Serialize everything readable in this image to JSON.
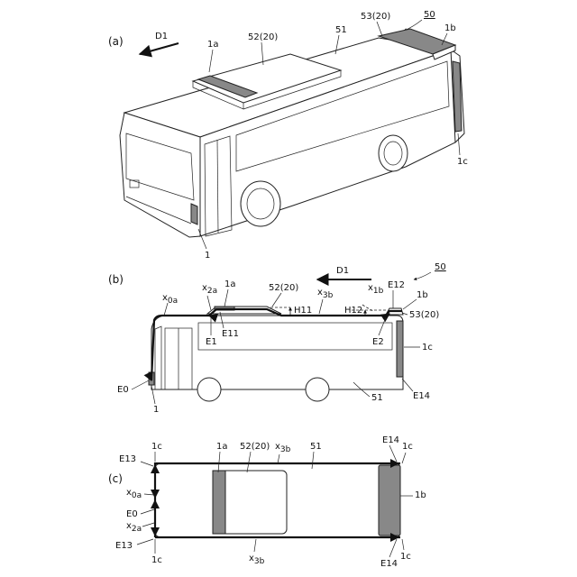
{
  "figure_number": "50",
  "panels": {
    "a": {
      "label": "(a)",
      "direction": "D1",
      "callouts": {
        "ref_1a": "1a",
        "ref_52": "52(20)",
        "ref_51": "51",
        "ref_53": "53(20)",
        "ref_1b": "1b",
        "ref_1c": "1c",
        "ref_1": "1"
      }
    },
    "b": {
      "label": "(b)",
      "direction": "D1",
      "figure_number": "50",
      "callouts": {
        "x0a": "x",
        "x0a_sub": "0a",
        "x2a": "x",
        "x2a_sub": "2a",
        "ref_1a": "1a",
        "ref_52": "52(20)",
        "x3b": "x",
        "x3b_sub": "3b",
        "x1b": "x",
        "x1b_sub": "1b",
        "E12": "E12",
        "ref_1b": "1b",
        "H11": "H11",
        "H12": "H12",
        "ref_53": "53(20)",
        "E1": "E1",
        "E11": "E11",
        "E2": "E2",
        "ref_1c": "1c",
        "E0": "E0",
        "ref_1": "1",
        "ref_51": "51",
        "E14": "E14"
      }
    },
    "c": {
      "label": "(c)",
      "callouts": {
        "ref_1c_tl": "1c",
        "ref_1a": "1a",
        "ref_52": "52(20)",
        "x3b_top": "x",
        "x3b_top_sub": "3b",
        "ref_51": "51",
        "E14_top": "E14",
        "ref_1c_tr": "1c",
        "E13_top": "E13",
        "x0a": "x",
        "x0a_sub": "0a",
        "ref_1b": "1b",
        "E0": "E0",
        "x2a": "x",
        "x2a_sub": "2a",
        "E13_bot": "E13",
        "ref_1c_bl": "1c",
        "x3b_bot": "x",
        "x3b_bot_sub": "3b",
        "E14_bot": "E14",
        "ref_1c_br": "1c"
      }
    }
  }
}
